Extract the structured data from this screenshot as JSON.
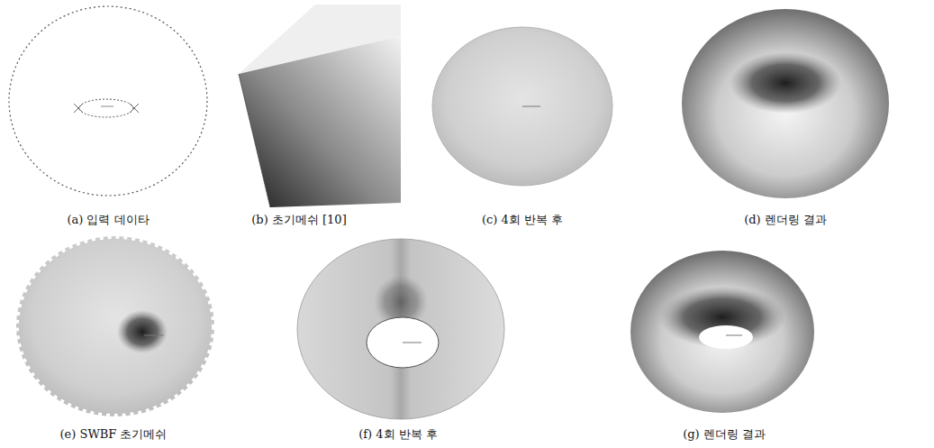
{
  "diagram": {
    "labels": [
      "(a) 입력 데이타",
      "(b) 초기메쉬 [10]",
      "(c) 4회 반복 후",
      "(d) 렌더링 결과",
      "(e) SWBF 초기메쉬",
      "(f) 4회 반복 후",
      "(g) 렌더링 결과"
    ]
  }
}
